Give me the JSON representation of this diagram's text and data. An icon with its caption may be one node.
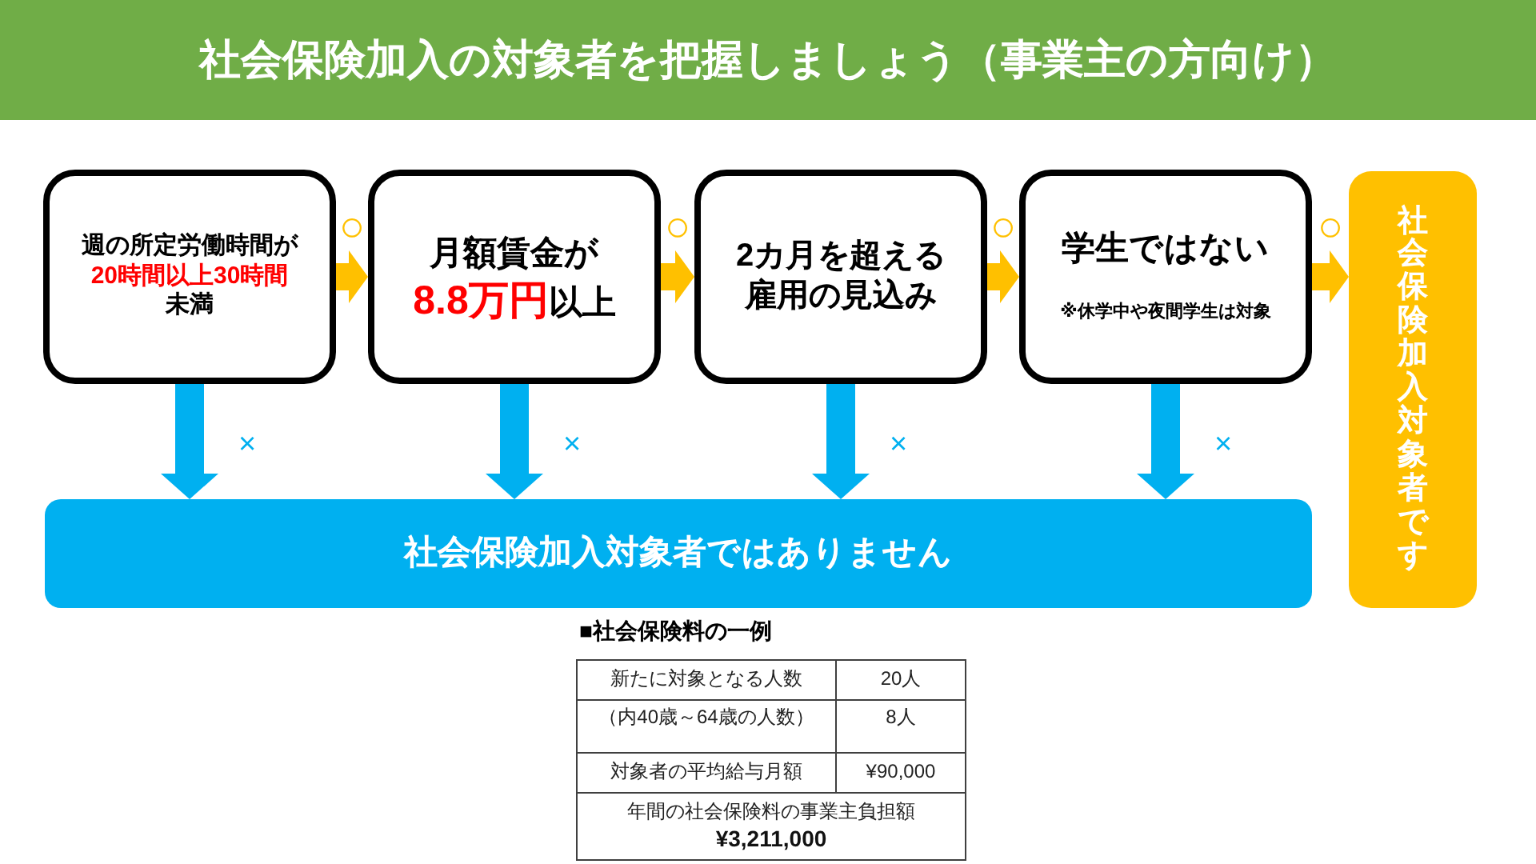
{
  "diagram": {
    "title": "社会保険加入の対象者を把握しましょう（事業主の方向け）",
    "nodes": [
      {
        "text": [
          "週の所定労働時間が**20時間以上30時間**未満"
        ]
      },
      {
        "text": [
          "月額賃金が**8.8万円**以上"
        ]
      },
      {
        "text": [
          "2カ月を超える雇用の見込み"
        ]
      },
      {
        "text": [
          "学生ではない",
          "※休学中や夜間学生は対象"
        ]
      },
      {
        "text": [
          "社会保険加入対象者です"
        ]
      },
      {
        "text": [
          "社会保険加入対象者ではありません"
        ]
      }
    ],
    "edges": [
      {
        "from": 0,
        "to": 1,
        "arrow": "to",
        "label": "○",
        "color": "#ffc000"
      },
      {
        "from": 1,
        "to": 2,
        "arrow": "to",
        "label": "○",
        "color": "#ffc000"
      },
      {
        "from": 2,
        "to": 3,
        "arrow": "to",
        "label": "○",
        "color": "#ffc000"
      },
      {
        "from": 3,
        "to": 4,
        "arrow": "to",
        "label": "○",
        "color": "#ffc000"
      },
      {
        "from": 0,
        "to": 5,
        "arrow": "to",
        "label": "×",
        "color": "#00b0f0"
      },
      {
        "from": 1,
        "to": 5,
        "arrow": "to",
        "label": "×",
        "color": "#00b0f0"
      },
      {
        "from": 2,
        "to": 5,
        "arrow": "to",
        "label": "×",
        "color": "#00b0f0"
      },
      {
        "from": 3,
        "to": 5,
        "arrow": "to",
        "label": "×",
        "color": "#00b0f0"
      }
    ],
    "labels": [
      "■社会保険料の一例",
      "新たに対象となる人数",
      "20人",
      "（内40歳～64歳の人数）",
      "8人",
      "対象者の平均給与月額",
      "¥90,000",
      "年間の社会保険料の事業主負担額**¥3,211,000**"
    ]
  }
}
